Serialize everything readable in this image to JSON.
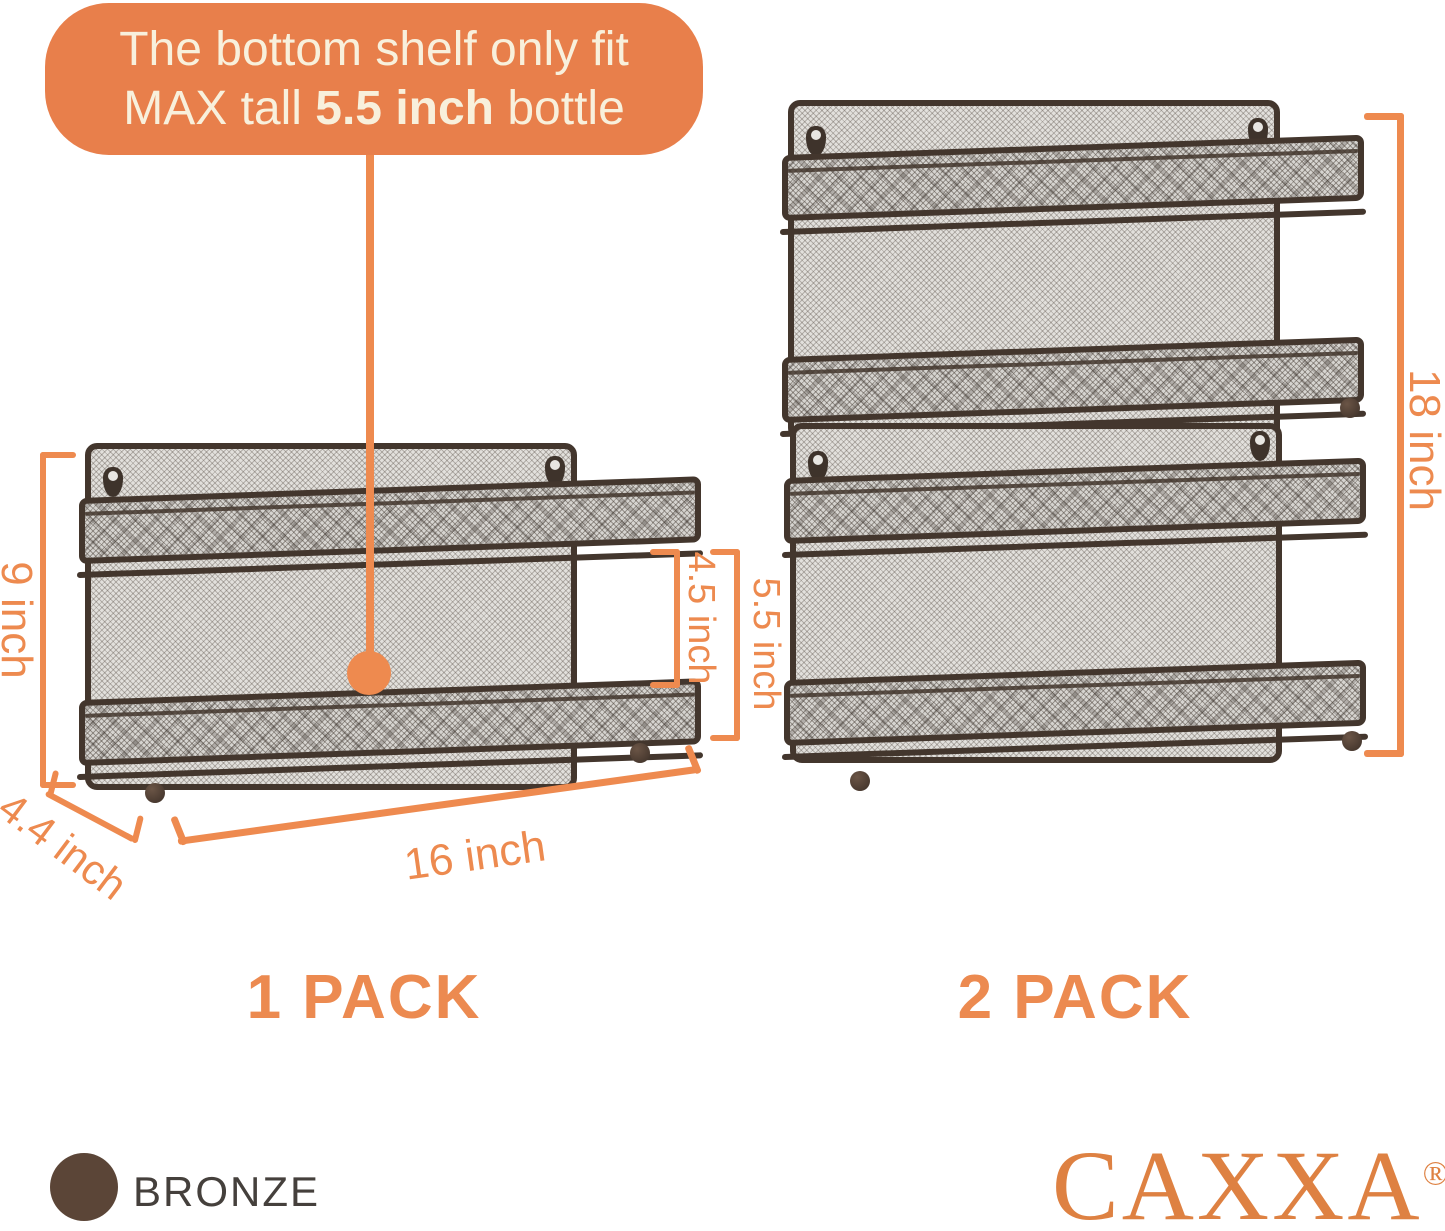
{
  "callout": {
    "line1": "The bottom shelf only fit",
    "line2_prefix": "MAX tall ",
    "line2_bold": "5.5 inch",
    "line2_suffix": " bottle"
  },
  "dimensions": {
    "rack1_height": "9 inch",
    "rack1_depth": "4.4 inch",
    "rack1_width": "16 inch",
    "rack1_upper_shelf_clearance": "4.5 inch",
    "rack1_lower_shelf_clearance": "5.5 inch",
    "rack2_height": "18 inch"
  },
  "packs": {
    "pack1_label": "1 PACK",
    "pack2_label": "2 PACK"
  },
  "footer": {
    "finish_name": "BRONZE",
    "brand": "CAXXA",
    "registered_mark": "®"
  },
  "colors": {
    "accent_orange": "#EE8A4F",
    "callout_background": "#E87F4B",
    "callout_text": "#F8F0DC",
    "bronze_swatch": "#5B4537",
    "rack_frame": "#43362D"
  }
}
